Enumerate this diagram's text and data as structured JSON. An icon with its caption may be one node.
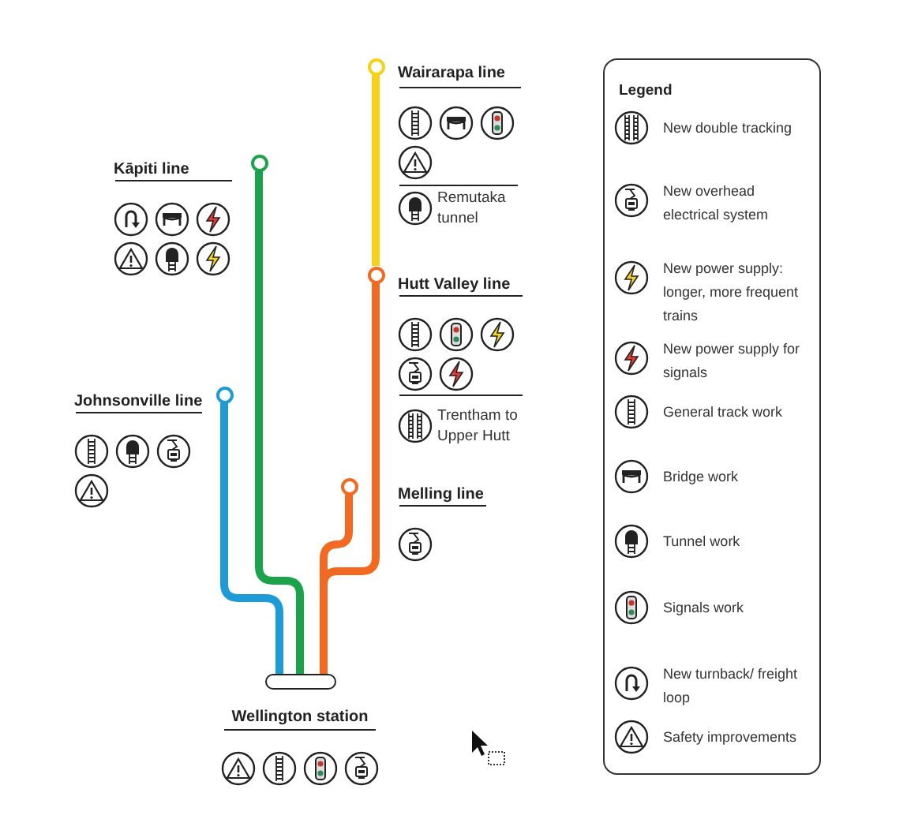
{
  "diagram": {
    "nodes": [
      {
        "text": [
          "Wairarapa line"
        ]
      },
      {
        "text": [
          "Remutaka tunnel"
        ]
      },
      {
        "text": [
          "Kāpiti line"
        ]
      },
      {
        "text": [
          "Hutt Valley line"
        ]
      },
      {
        "text": [
          "Trentham to Upper Hutt"
        ]
      },
      {
        "text": [
          "Johnsonville line"
        ]
      },
      {
        "text": [
          "Melling line"
        ]
      },
      {
        "text": [
          "Wellington station"
        ]
      },
      {
        "text": [],
        "shape": "circle"
      },
      {
        "text": [],
        "shape": "circle"
      },
      {
        "text": [],
        "shape": "circle"
      },
      {
        "text": [],
        "shape": "circle"
      },
      {
        "text": [],
        "shape": "circle"
      }
    ],
    "edges": [
      {
        "from": 8,
        "to": 10,
        "arrow": "none",
        "color": "#f7d117"
      },
      {
        "from": 9,
        "to": 7,
        "arrow": "none",
        "color": "#1aa34a"
      },
      {
        "from": 10,
        "to": 7,
        "arrow": "none",
        "color": "#f26a21"
      },
      {
        "from": 11,
        "to": 7,
        "arrow": "none",
        "color": "#1e9bd7"
      },
      {
        "from": 12,
        "to": 7,
        "arrow": "none",
        "color": "#f26a21"
      }
    ],
    "labels": [
      "Legend"
    ],
    "legend": [
      {
        "text": "New double tracking"
      },
      {
        "text": "New overhead electrical system"
      },
      {
        "text": "New power supply: longer, more frequent trains"
      },
      {
        "text": "New power supply for signals"
      },
      {
        "text": "General track work"
      },
      {
        "text": "Bridge work"
      },
      {
        "text": "Tunnel work"
      },
      {
        "text": "Signals work"
      },
      {
        "text": "New turnback/ freight loop"
      },
      {
        "text": "Safety improvements"
      }
    ]
  }
}
